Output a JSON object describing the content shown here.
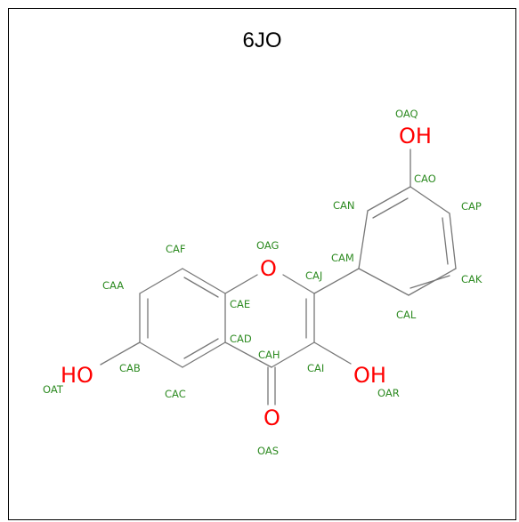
{
  "title": "6JO",
  "colors": {
    "bond": "#777777",
    "atom_label": "#2e8b22",
    "heteroatom": "#ff0000",
    "title": "#000000"
  },
  "heteroatoms": {
    "o_ring": "O",
    "oh_top": "OH",
    "oh_left": "HO",
    "oh_right": "OH",
    "o_carbonyl": "O"
  },
  "atom_labels": {
    "OAQ": "OAQ",
    "CAO": "CAO",
    "CAN": "CAN",
    "CAP": "CAP",
    "CAM": "CAM",
    "CAK": "CAK",
    "CAL": "CAL",
    "CAF": "CAF",
    "OAG": "OAG",
    "CAJ": "CAJ",
    "CAA": "CAA",
    "CAE": "CAE",
    "CAD": "CAD",
    "CAH": "CAH",
    "CAI": "CAI",
    "HO_lbl": "",
    "CAB": "CAB",
    "OAT": "OAT",
    "CAC": "CAC",
    "OAR": "OAR",
    "OAS": "OAS"
  }
}
